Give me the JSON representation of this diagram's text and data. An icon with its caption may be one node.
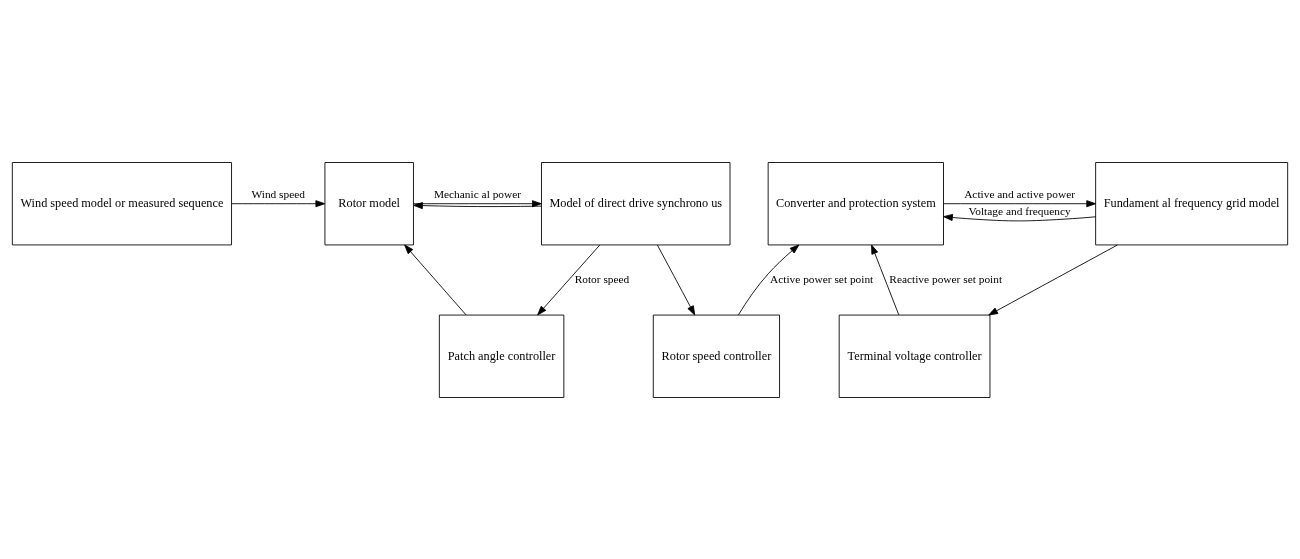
{
  "diagram": {
    "nodes": [
      {
        "text": [
          "Wind speed model or measured sequence"
        ]
      },
      {
        "text": [
          "Rotor model"
        ]
      },
      {
        "text": [
          "Model of direct drive synchrono us"
        ]
      },
      {
        "text": [
          "Converter and protection system"
        ]
      },
      {
        "text": [
          "Fundament al frequency grid model"
        ]
      },
      {
        "text": [
          "Patch angle controller"
        ]
      },
      {
        "text": [
          "Rotor speed controller"
        ]
      },
      {
        "text": [
          "Terminal voltage controller"
        ]
      }
    ],
    "edges": [
      {
        "from": 0,
        "to": 1,
        "arrow": "to",
        "label": "Wind speed"
      },
      {
        "from": 1,
        "to": 2,
        "arrow": "to",
        "label": "Mechanic al power"
      },
      {
        "from": 3,
        "to": 4,
        "arrow": "to",
        "label": "Active and active power"
      },
      {
        "from": 4,
        "to": 3,
        "arrow": "to",
        "label": "Voltage and frequency"
      },
      {
        "from": 4,
        "to": 7,
        "arrow": "to"
      },
      {
        "from": 5,
        "to": 1,
        "arrow": "to"
      },
      {
        "from": 2,
        "to": 5,
        "arrow": "to",
        "label": "Rotor speed"
      },
      {
        "from": 2,
        "to": 1,
        "arrow": "to"
      },
      {
        "from": 2,
        "to": 6,
        "arrow": "to"
      },
      {
        "from": 6,
        "to": 3,
        "arrow": "to",
        "label": "Active power set point"
      },
      {
        "from": 7,
        "to": 3,
        "arrow": "to",
        "label": "Reactive power set point"
      }
    ]
  }
}
